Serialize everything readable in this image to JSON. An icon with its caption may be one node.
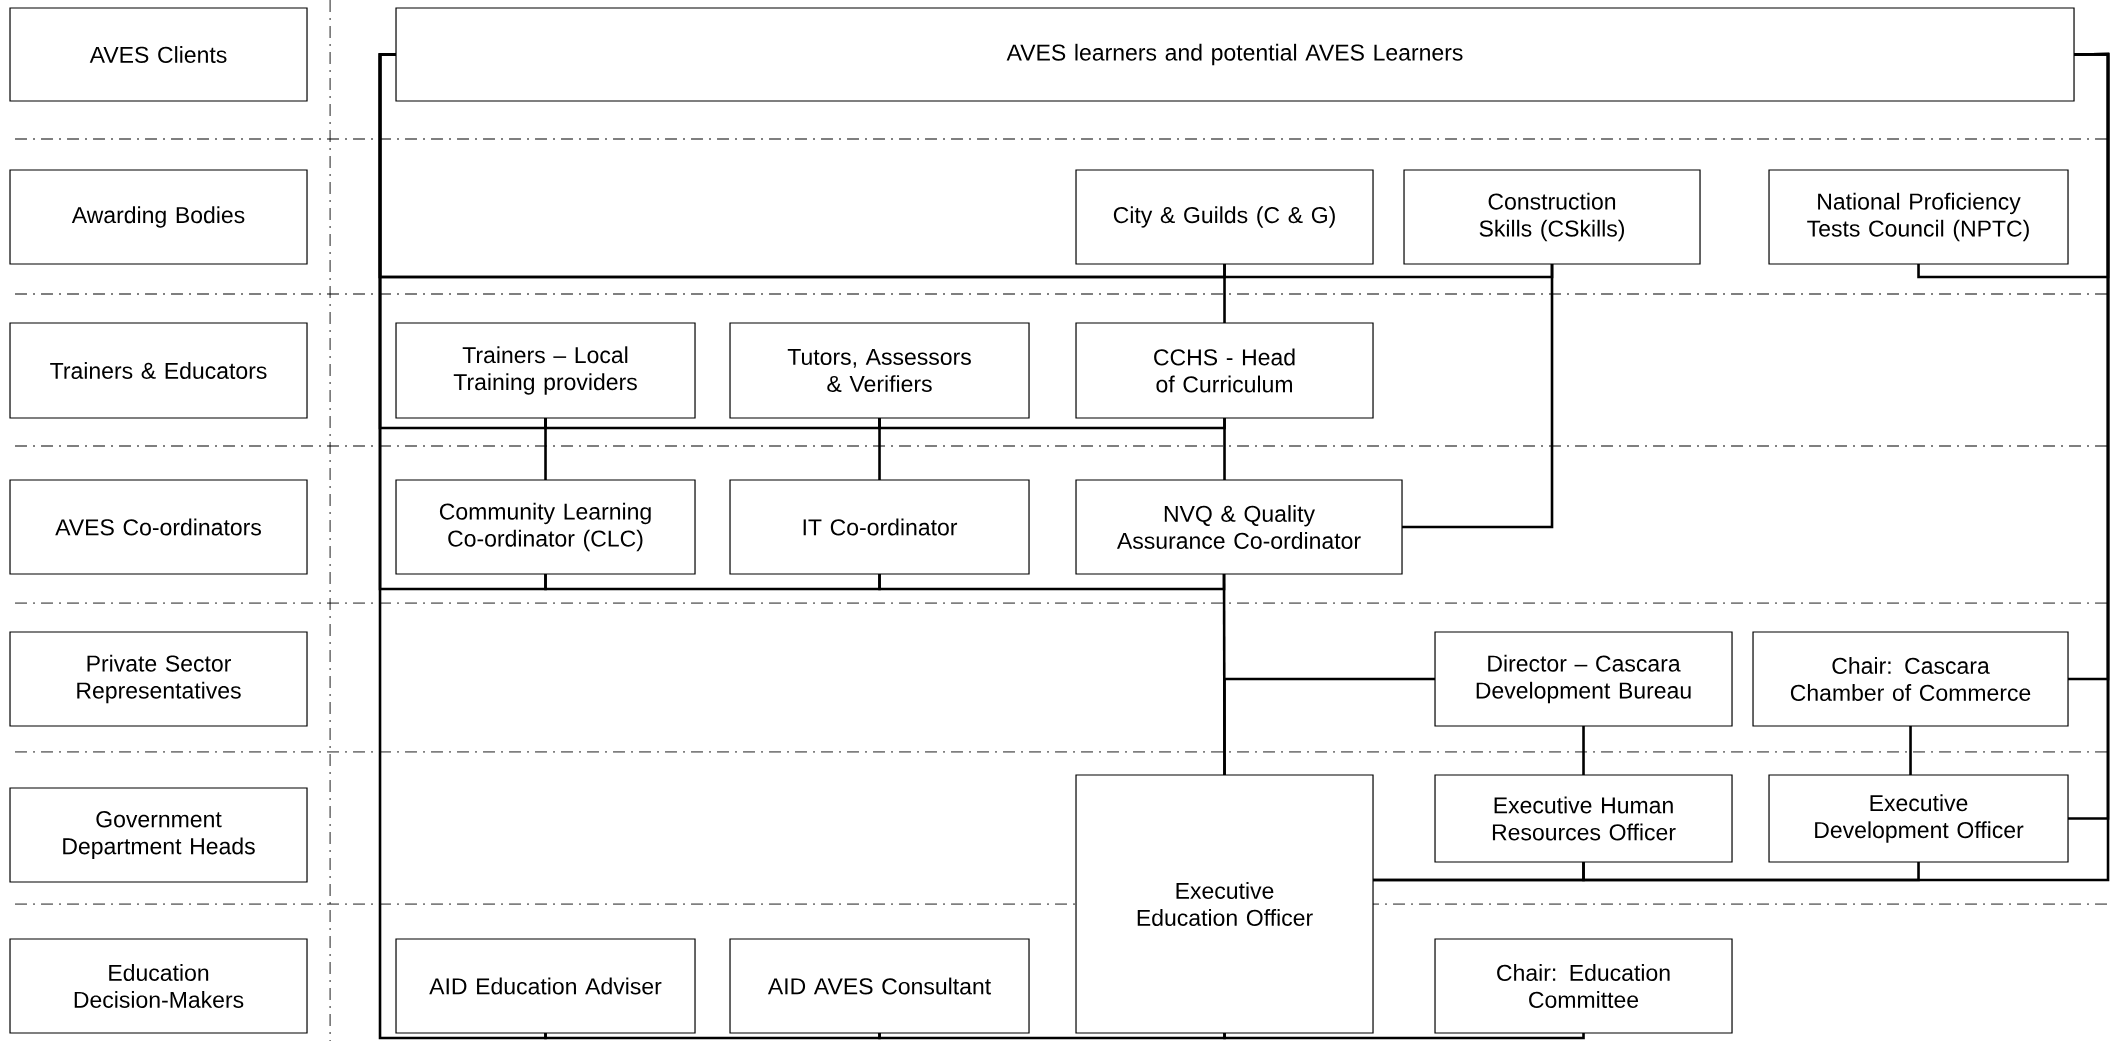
{
  "diagram": {
    "nodes": [
      {
        "text": [
          "AVES Clients"
        ]
      },
      {
        "text": [
          "Awarding Bodies"
        ]
      },
      {
        "text": [
          "Trainers & Educators"
        ]
      },
      {
        "text": [
          "AVES Co-ordinators"
        ]
      },
      {
        "text": [
          "Private Sector Representatives"
        ]
      },
      {
        "text": [
          "Government Department Heads"
        ]
      },
      {
        "text": [
          "Education Decision-Makers"
        ]
      },
      {
        "text": [
          "AVES learners and potential AVES Learners"
        ]
      },
      {
        "text": [
          "City & Guilds (C & G)"
        ]
      },
      {
        "text": [
          "Construction Skills (CSkills)"
        ]
      },
      {
        "text": [
          "National Proficiency Tests Council (NPTC)"
        ]
      },
      {
        "text": [
          "Trainers – Local Training providers"
        ]
      },
      {
        "text": [
          "Tutors, Assessors & Verifiers"
        ]
      },
      {
        "text": [
          "CCHS - Head of Curriculum"
        ]
      },
      {
        "text": [
          "Community Learning Co-ordinator (CLC)"
        ]
      },
      {
        "text": [
          "IT Co-ordinator"
        ]
      },
      {
        "text": [
          "NVQ & Quality Assurance Co-ordinator"
        ]
      },
      {
        "text": [
          "Director – Cascara Development Bureau"
        ]
      },
      {
        "text": [
          "Chair: Cascara Chamber of Commerce"
        ]
      },
      {
        "text": [
          "Executive Human Resources Officer"
        ]
      },
      {
        "text": [
          "Executive Development Officer"
        ]
      },
      {
        "text": [
          "Executive Education Officer"
        ]
      },
      {
        "text": [
          "AID Education Adviser"
        ]
      },
      {
        "text": [
          "AID AVES Consultant"
        ]
      },
      {
        "text": [
          "Chair: Education Committee"
        ]
      }
    ],
    "edges": [
      {
        "from": 7,
        "to": 8,
        "arrow": "none"
      },
      {
        "from": 7,
        "to": 9,
        "arrow": "none"
      },
      {
        "from": 7,
        "to": 10,
        "arrow": "none"
      },
      {
        "from": 8,
        "to": 13,
        "arrow": "none"
      },
      {
        "from": 9,
        "to": 16,
        "arrow": "none"
      },
      {
        "from": 13,
        "to": 16,
        "arrow": "none"
      },
      {
        "from": 7,
        "to": 11,
        "arrow": "none"
      },
      {
        "from": 11,
        "to": 12,
        "arrow": "none"
      },
      {
        "from": 12,
        "to": 13,
        "arrow": "none"
      },
      {
        "from": 11,
        "to": 14,
        "arrow": "none"
      },
      {
        "from": 12,
        "to": 15,
        "arrow": "none"
      },
      {
        "from": 7,
        "to": 14,
        "arrow": "none"
      },
      {
        "from": 14,
        "to": 15,
        "arrow": "none"
      },
      {
        "from": 15,
        "to": 16,
        "arrow": "none"
      },
      {
        "from": 16,
        "to": 21,
        "arrow": "none"
      },
      {
        "from": 21,
        "to": 17,
        "arrow": "none"
      },
      {
        "from": 17,
        "to": 19,
        "arrow": "none"
      },
      {
        "from": 18,
        "to": 20,
        "arrow": "none"
      },
      {
        "from": 18,
        "to": 7,
        "arrow": "none"
      },
      {
        "from": 20,
        "to": 7,
        "arrow": "none"
      },
      {
        "from": 21,
        "to": 19,
        "arrow": "none"
      },
      {
        "from": 19,
        "to": 20,
        "arrow": "none"
      },
      {
        "from": 21,
        "to": 7,
        "arrow": "none"
      },
      {
        "from": 7,
        "to": 22,
        "arrow": "none"
      },
      {
        "from": 22,
        "to": 23,
        "arrow": "none"
      },
      {
        "from": 23,
        "to": 21,
        "arrow": "none"
      },
      {
        "from": 21,
        "to": 24,
        "arrow": "none"
      }
    ]
  }
}
